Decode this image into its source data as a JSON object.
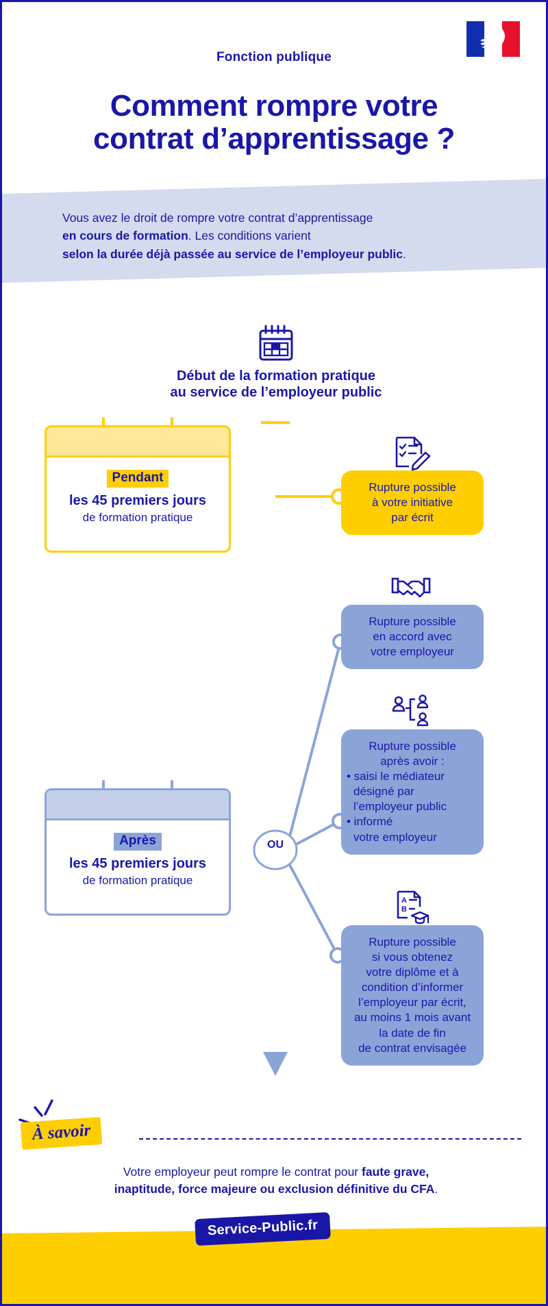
{
  "brand": {
    "flag_icon": "french-flag-marianne",
    "accent_yellow": "#ffce00",
    "accent_blue": "#1a17a8",
    "accent_lightblue": "#8ba4d8",
    "band_blue": "#d5dbee"
  },
  "header": {
    "eyebrow": "Fonction publique",
    "title_line1": "Comment rompre votre",
    "title_line2": "contrat d’apprentissage ?"
  },
  "intro": {
    "line1_plain": "Vous avez le droit de rompre votre contrat d’apprentissage",
    "line2_bold": "en cours de formation",
    "line2_plain": ". Les conditions varient",
    "line3_bold": "selon la durée déjà passée au service de l’employeur public",
    "line3_plain": "."
  },
  "timeline": {
    "start_icon": "calendar-icon",
    "start_label_line1": "Début de la formation pratique",
    "start_label_line2": "au service de l’employeur public",
    "junction_label": "OU",
    "arrow_icon": "arrow-down-icon"
  },
  "periods": [
    {
      "id": "pendant",
      "icon": "calendar-card-icon",
      "tag": "Pendant",
      "line1": "les 45 premiers jours",
      "line2": "de formation pratique",
      "color": "#ffce00"
    },
    {
      "id": "apres",
      "icon": "calendar-card-icon",
      "tag": "Après",
      "line1": "les 45 premiers jours",
      "line2": "de formation pratique",
      "color": "#8ba4d8"
    }
  ],
  "outcomes": [
    {
      "id": "initiative-ecrit",
      "icon": "checklist-pen-icon",
      "color": "#ffce00",
      "lines": [
        "Rupture possible",
        "à votre initiative",
        "par écrit"
      ],
      "bullets": []
    },
    {
      "id": "accord-employeur",
      "icon": "handshake-icon",
      "color": "#8ba4d8",
      "lines": [
        "Rupture possible",
        "en accord avec",
        "votre employeur"
      ],
      "bullets": []
    },
    {
      "id": "mediateur",
      "icon": "mediator-people-icon",
      "color": "#8ba4d8",
      "lines": [
        "Rupture possible",
        "après avoir :"
      ],
      "bullets": [
        "• saisi le médiateur désigné par l’employeur public",
        "• informé votre employeur"
      ],
      "bullet_lines": [
        [
          "• saisi le médiateur",
          "désigné par",
          "l’employeur public"
        ],
        [
          "• informé",
          "votre employeur"
        ]
      ]
    },
    {
      "id": "diplome",
      "icon": "diploma-document-icon",
      "color": "#8ba4d8",
      "lines": [
        "Rupture possible",
        "si vous obtenez",
        "votre diplôme et à",
        "condition d’informer",
        "l’employeur par écrit,",
        "au moins 1 mois avant",
        "la date de fin",
        "de contrat envisagée"
      ],
      "bullets": []
    }
  ],
  "note": {
    "badge": "À savoir",
    "badge_icon": "sparkle-lines-icon",
    "line1_plain": "Votre employeur peut rompre le contrat pour ",
    "line1_bold": "faute grave,",
    "line2_bold": "inaptitude, force majeure ou exclusion définitive du CFA",
    "line2_plain": "."
  },
  "footer": {
    "logo_text": "Service-Public.fr"
  }
}
